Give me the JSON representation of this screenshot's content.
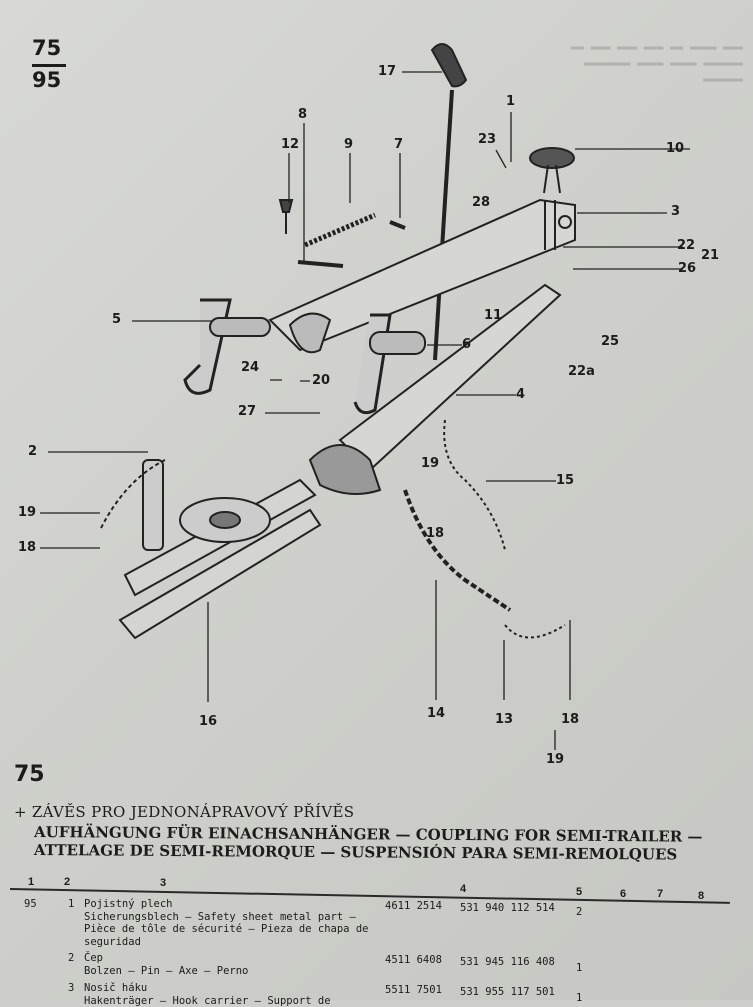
{
  "page_number": {
    "top": "75",
    "bottom": "95"
  },
  "callouts": [
    "17",
    "8",
    "12",
    "9",
    "7",
    "1",
    "23",
    "28",
    "10",
    "3",
    "22",
    "21",
    "26",
    "11",
    "25",
    "22a",
    "5",
    "6",
    "24",
    "20",
    "27",
    "4",
    "2",
    "19",
    "15",
    "18",
    "19",
    "18",
    "16",
    "14",
    "13",
    "18",
    "19"
  ],
  "section_number": "75",
  "title_cz": "+ ZÁVĚS PRO JEDNONÁPRAVOVÝ PŘÍVĚS",
  "title_multi": "AUFHÄNGUNG FÜR EINACHSANHÄNGER — COUPLING FOR SEMI-TRAILER — ATTELAGE DE SEMI-REMORQUE — SUSPENSIÓN PARA SEMI-REMOLQUES",
  "columns": [
    "1",
    "2",
    "3",
    "4",
    "5",
    "6",
    "7",
    "8"
  ],
  "rows": [
    {
      "fig": "95",
      "pos": "1",
      "desc": "Pojistný plech\nSicherungsblech — Safety sheet metal part —\nPièce de tôle de sécurité — Pieza de chapa de\nseguridad",
      "code1": "4611 2514",
      "code2": "531 940 112 514",
      "qty": "2"
    },
    {
      "fig": "",
      "pos": "2",
      "desc": "Čep\nBolzen — Pin — Axe — Perno",
      "code1": "4511 6408",
      "code2": "531 945 116 408",
      "qty": "1"
    },
    {
      "fig": "",
      "pos": "3",
      "desc": "Nosič háku\nHakenträger — Hook carrier — Support de",
      "code1": "5511 7501",
      "code2": "531 955 117 501",
      "qty": "1"
    }
  ]
}
